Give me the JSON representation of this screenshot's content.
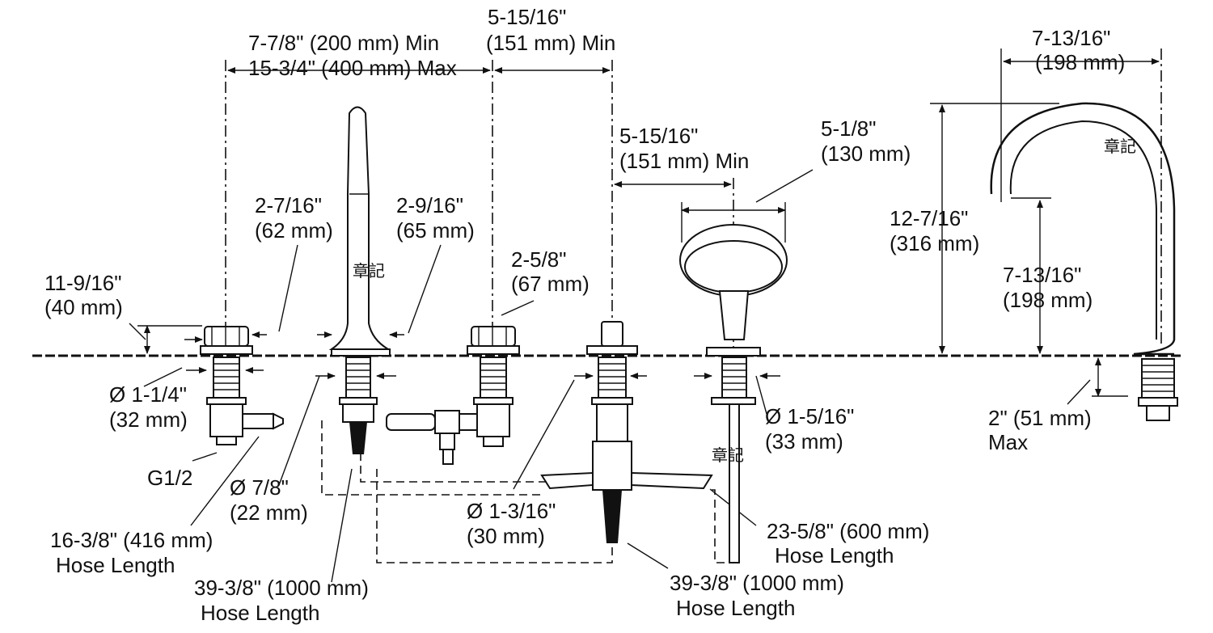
{
  "diagram": {
    "dimensions": {
      "handle_spacing_1": "7-7/8\" (200 mm) Min",
      "handle_spacing_2": "15-3/4\" (400 mm) Max",
      "center_spacing_1": "5-15/16\"",
      "center_spacing_2": "(151 mm) Min",
      "spout_reach_1": "7-13/16\"",
      "spout_reach_2": "(198 mm)",
      "handshower_spacing_1": "5-15/16\"",
      "handshower_spacing_2": "(151 mm) Min",
      "handshower_width_1": "5-1/8\"",
      "handshower_width_2": "(130 mm)",
      "spout_height_1": "12-7/16\"",
      "spout_height_2": "(316 mm)",
      "spout_clearance_1": "7-13/16\"",
      "spout_clearance_2": "(198 mm)",
      "handle_base_1": "2-7/16\"",
      "handle_base_2": "(62 mm)",
      "tub_filler_base_1": "2-9/16\"",
      "tub_filler_base_2": "(65 mm)",
      "right_handle_1": "2-5/8\"",
      "right_handle_2": "(67 mm)",
      "handle_height_1": "11-9/16\"",
      "handle_height_2": "(40 mm)",
      "shank_dia_1": "Ø 1-1/4\"",
      "shank_dia_2": "(32 mm)",
      "connection": "G1/2",
      "tube_dia_1": "Ø 7/8\"",
      "tube_dia_2": "(22 mm)",
      "hose_short_1": "16-3/8\" (416 mm)",
      "hose_short_2": "Hose Length",
      "hose_long_a_1": "39-3/8\" (1000 mm)",
      "hose_long_a_2": "Hose Length",
      "valve_dia_1": "Ø 1-3/16\"",
      "valve_dia_2": "(30 mm)",
      "handshower_dia_1": "Ø 1-5/16\"",
      "handshower_dia_2": "(33 mm)",
      "hose_mid_1": "23-5/8\" (600 mm)",
      "hose_mid_2": "Hose Length",
      "hose_long_b_1": "39-3/8\" (1000 mm)",
      "hose_long_b_2": "Hose Length",
      "deck_thickness_1": "2\" (51 mm)",
      "deck_thickness_2": "Max"
    },
    "watermarks": [
      "章記",
      "章記",
      "章記"
    ]
  }
}
